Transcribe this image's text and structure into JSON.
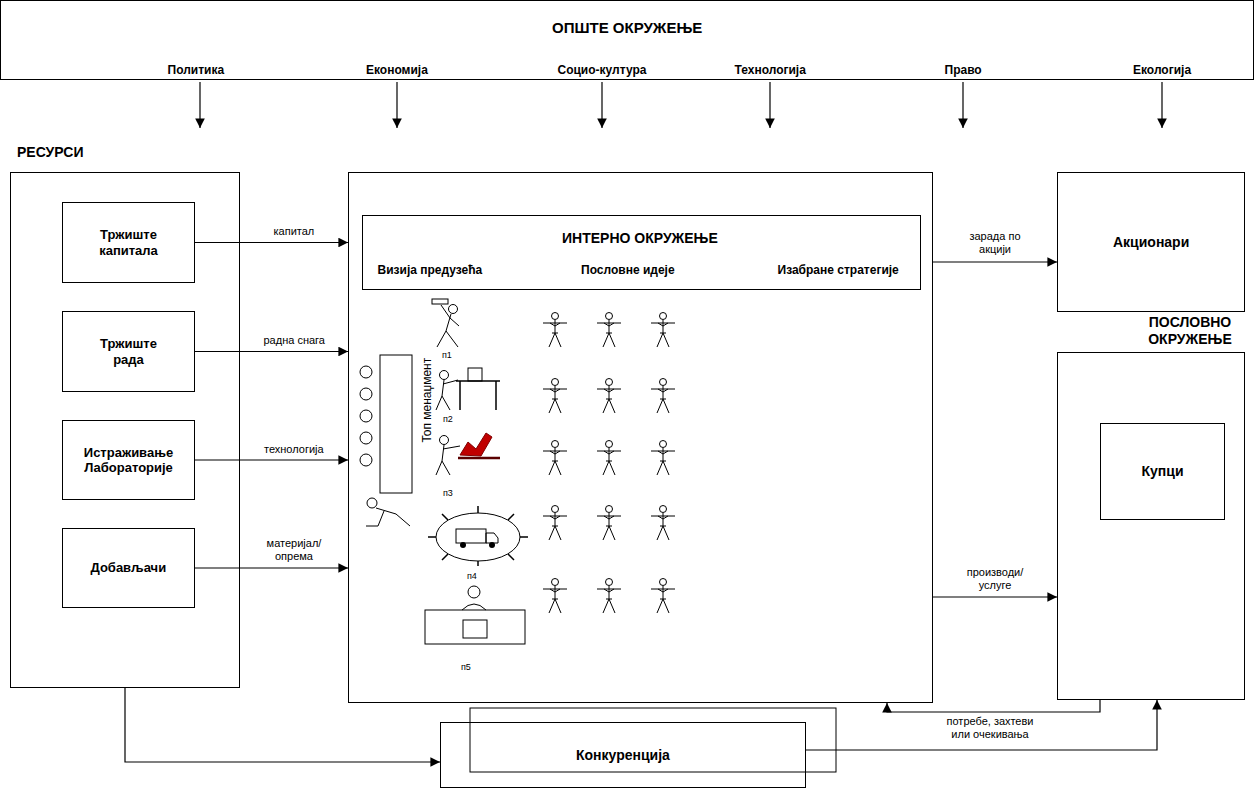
{
  "diagram": {
    "nodes": [
      {
        "text": [
          "ОПШТЕ ОКРУЖЕЊЕ",
          "Политика",
          "Економија",
          "Социо-култура",
          "Технологија",
          "Право",
          "Екологија"
        ]
      },
      {
        "text": [
          "РЕСУРСИ"
        ]
      },
      {
        "text": [
          "Тржиште капитала"
        ],
        "in": 1
      },
      {
        "text": [
          "Тржиште рада"
        ],
        "in": 1
      },
      {
        "text": [
          "Истраживање Лабораторије"
        ],
        "in": 1
      },
      {
        "text": [
          "Добављачи"
        ],
        "in": 1
      },
      {
        "text": [
          "Топ менаџмент"
        ]
      },
      {
        "text": [
          "ИНТЕРНО ОКРУЖЕЊЕ",
          "Визија предузећа",
          "Пословне идеје",
          "Изабране стратегије"
        ],
        "in": 6
      },
      {
        "text": [
          "Акционари"
        ]
      },
      {
        "text": [
          "ПОСЛОВНО ОКРУЖЕЊЕ"
        ]
      },
      {
        "text": [
          "Купци"
        ],
        "in": 9
      },
      {
        "text": [
          "Конкуренција"
        ]
      }
    ],
    "edges": [
      {
        "from": 2,
        "to": 6,
        "label": "капитал",
        "arrow": "to"
      },
      {
        "from": 3,
        "to": 6,
        "label": "радна снага",
        "arrow": "to"
      },
      {
        "from": 4,
        "to": 6,
        "label": "технологија",
        "arrow": "to"
      },
      {
        "from": 5,
        "to": 6,
        "label": "материјал/ опрема",
        "arrow": "to"
      },
      {
        "from": 6,
        "to": 8,
        "label": "зарада по акцији",
        "arrow": "to"
      },
      {
        "from": 6,
        "to": 9,
        "label": "производи/ услуге",
        "arrow": "to"
      },
      {
        "from": 9,
        "to": 6,
        "label": "потребе, захтеви или очекивања",
        "arrow": "to"
      },
      {
        "from": 1,
        "to": 11,
        "arrow": "to"
      },
      {
        "from": 11,
        "to": 9,
        "arrow": "to"
      }
    ],
    "labels": [
      "п1",
      "п2",
      "п3",
      "п4",
      "п5"
    ]
  }
}
